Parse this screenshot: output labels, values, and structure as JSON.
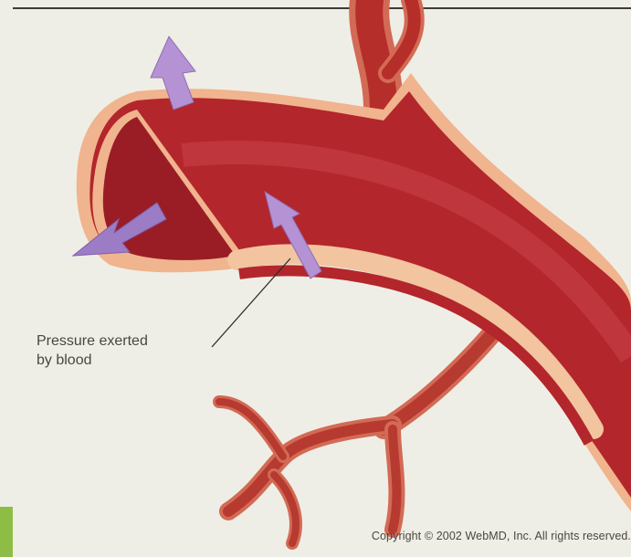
{
  "illustration": {
    "annotation_line1": "Pressure exerted",
    "annotation_line2": "by blood",
    "copyright": "Copyright © 2002 WebMD, Inc. All rights reserved.",
    "colors": {
      "background": "#efeee6",
      "vessel_wall": "#f0b48e",
      "vessel_inner": "#b3262c",
      "lumen": "#9a1d26",
      "arrow": "#b592d3",
      "accent_bar": "#8ebd45"
    }
  }
}
